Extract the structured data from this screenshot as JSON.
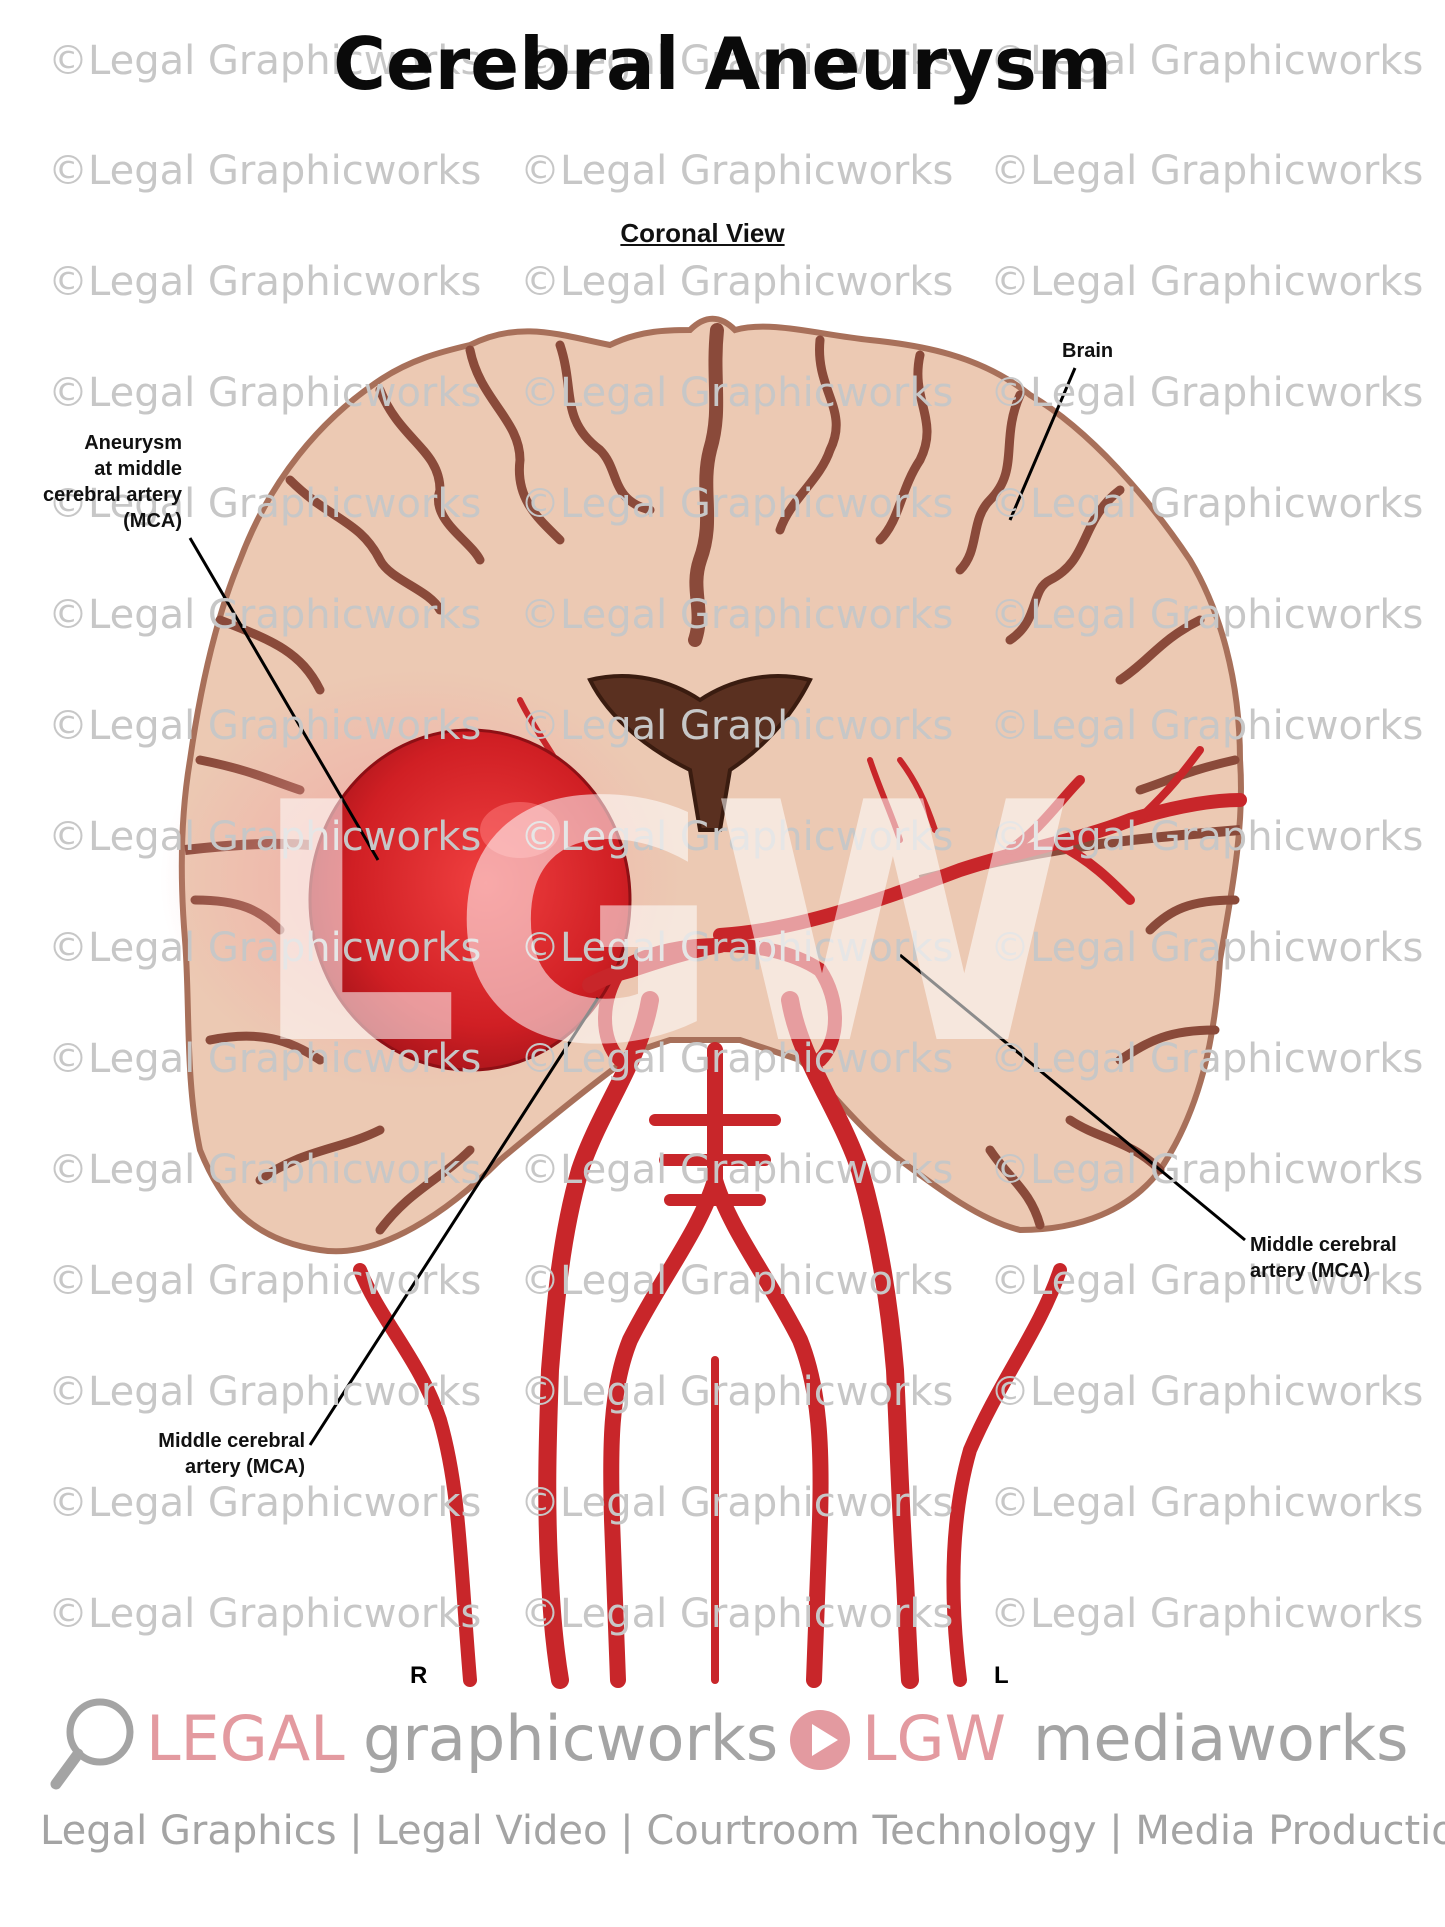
{
  "title": "Cerebral Aneurysm",
  "subtitle": "Coronal View",
  "watermark_text": "©Legal Graphicworks",
  "center_watermark": "LGW",
  "labels": {
    "brain": "Brain",
    "aneurysm": [
      "Aneurysm",
      "at middle",
      "cerebral artery",
      "(MCA)"
    ],
    "mca_left_bottom": [
      "Middle cerebral",
      "artery (MCA)"
    ],
    "mca_right": [
      "Middle cerebral",
      "artery (MCA)"
    ]
  },
  "sides": {
    "right": "R",
    "left": "L"
  },
  "brand": {
    "legal": "LEGAL",
    "graphicworks": "graphicworks",
    "lgw": "LGW",
    "mediaworks": "mediaworks",
    "tagline": "Legal Graphics | Legal Video | Courtroom Technology | Media Production"
  },
  "colors": {
    "brain_fill": "#ecc9b3",
    "brain_outline": "#a8705a",
    "sulcus": "#8a4a3a",
    "artery": "#c8262a",
    "aneurysm": "#d8262b",
    "brand_pink": "#e39aa0",
    "brand_gray": "#a4a4a4",
    "watermark": "#c7c7c7"
  },
  "icons": {
    "magnifier": "magnifier-icon",
    "play": "play-icon"
  }
}
